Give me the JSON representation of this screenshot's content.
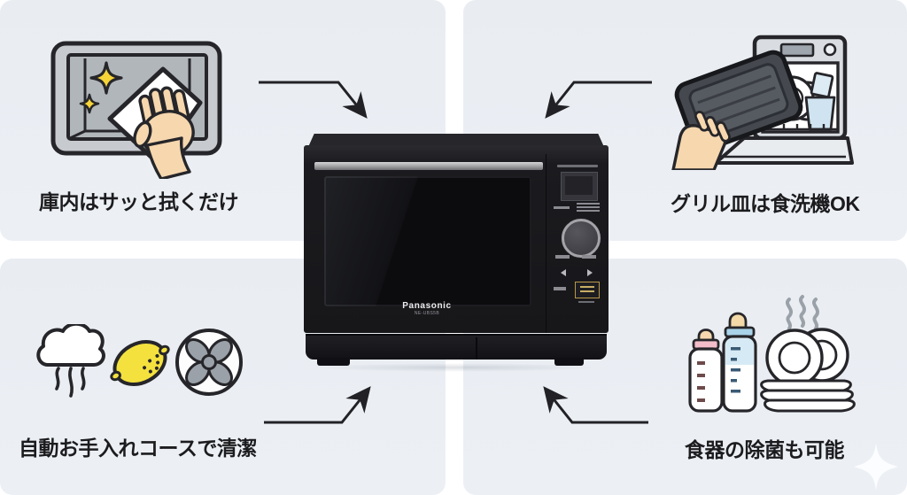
{
  "theme": {
    "panel_color": "#eaeef3",
    "gutter_color": "#ffffff",
    "text_color": "#1c1c1e",
    "arrow_color": "#222226",
    "accent_gold": "#b9984a",
    "sparkle_yellow": "#f7d438",
    "lemon_yellow": "#f4e13e",
    "skin_tone": "#f6d7ae",
    "pink_cap": "#f3bcc9",
    "blue_cap": "#a9d3e8",
    "fan_gray": "#9aa1a8"
  },
  "features": {
    "top_left": {
      "label": "庫内はサッと拭くだけ",
      "illustration": "hand-wiping-oven-interior"
    },
    "top_right": {
      "label": "グリル皿は食洗機OK",
      "illustration": "hand-loading-grill-pan-into-dishwasher"
    },
    "bottom_left": {
      "label": "自動お手入れコースで清潔",
      "illustration": "steam-lemon-fan-icons"
    },
    "bottom_right": {
      "label": "食器の除菌も可能",
      "illustration": "baby-bottles-and-steaming-plates"
    }
  },
  "product": {
    "brand": "Panasonic",
    "model": "NE-UBS5B",
    "type": "microwave-oven",
    "body_color": "#1b1b1f"
  },
  "arrows": {
    "style": "elbow",
    "color": "#222226",
    "count": 4
  }
}
